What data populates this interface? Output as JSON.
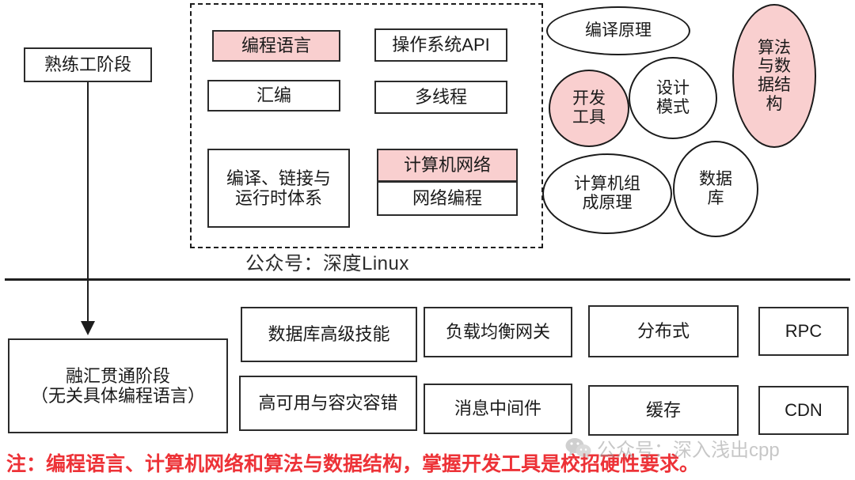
{
  "colors": {
    "pink_fill": "#F9CFCF",
    "stroke": "#1d1d1d",
    "note_red": "#ED3237",
    "watermark_grey": "#9a9a9a"
  },
  "stages": {
    "top": "熟练工阶段",
    "bottom": "融汇贯通阶段\n（无关具体编程语言）"
  },
  "dashed_group": {
    "boxes": [
      {
        "label": "编程语言",
        "highlighted": true
      },
      {
        "label": "汇编",
        "highlighted": false
      },
      {
        "label": "操作系统API",
        "highlighted": false
      },
      {
        "label": "多线程",
        "highlighted": false
      },
      {
        "label": "编译、链接与\n运行时体系",
        "highlighted": false
      },
      {
        "label": "计算机网络",
        "highlighted": true
      },
      {
        "label": "网络编程",
        "highlighted": false
      }
    ]
  },
  "blobs": [
    {
      "label": "编译原理",
      "highlighted": false
    },
    {
      "label": "开发\n工具",
      "highlighted": true
    },
    {
      "label": "设计\n模式",
      "highlighted": false
    },
    {
      "label": "算法\n与数\n据结\n构",
      "highlighted": true
    },
    {
      "label": "计算机组\n成原理",
      "highlighted": false
    },
    {
      "label": "数据\n库",
      "highlighted": false
    }
  ],
  "bottom_grid": {
    "row1": [
      "数据库高级技能",
      "负载均衡网关",
      "分布式",
      "RPC"
    ],
    "row2": [
      "高可用与容灾容错",
      "消息中间件",
      "缓存",
      "CDN"
    ]
  },
  "captions": {
    "middle": "公众号：深度Linux",
    "note": "注：编程语言、计算机网络和算法与数据结构，掌握开发工具是校招硬性要求。"
  },
  "watermark": {
    "text": "公众号：深入浅出cpp",
    "icon": "wechat-icon"
  }
}
